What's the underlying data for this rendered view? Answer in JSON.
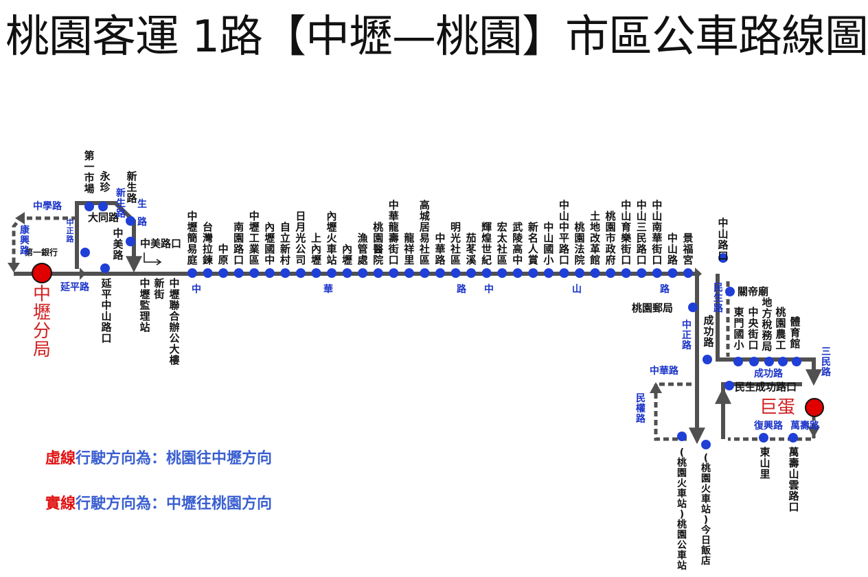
{
  "title": "桃園客運 1路【中壢—桃園】市區公車路線圖",
  "terminals": {
    "west": "中壢分局",
    "east": "巨蛋"
  },
  "colors": {
    "route_line": "#505050",
    "stop": "#1f3fd6",
    "terminal": "#e00000",
    "road_label": "#1a33c8",
    "stop_label": "#111111"
  },
  "main_stops": [
    "中壢簡易庭",
    "台灣拉鍊",
    "中原",
    "南園路口",
    "中壢工業區",
    "內壢國中",
    "自立新村",
    "日月光公司",
    "上內壢",
    "內壢火車站",
    "內壢",
    "漁管處",
    "桃園醫院",
    "中華龍壽街口",
    "龍祥里",
    "高城居易社區",
    "中華路",
    "明光社區",
    "茄苳溪",
    "輝煌世紀",
    "宏太社區",
    "武陵高中",
    "新名人賞",
    "中山國小",
    "中山中平路口",
    "桃園法院",
    "土地改革館",
    "桃園市政府",
    "中山育樂街口",
    "中山三民路口",
    "中山南華街口",
    "中山路",
    "景福宮"
  ],
  "west_stops": {
    "first_market": "第一市場",
    "yongzhen": "永珍",
    "xinsheng_rd": "新生路",
    "dadong_rd": "大同路",
    "zhongmei_rd_1": "中美路",
    "first_bank": "第一銀行",
    "yanping_zhongshan": "延平中山路口",
    "zhongmei_rd_2": "中美路口",
    "xinjie": "新街",
    "jianli": "中壢監理站",
    "office": "中壢聯合辦公大樓"
  },
  "east_stops": {
    "zhongshan_rd_kou": "中山路口",
    "guandimiao": "關帝廟",
    "post_office": "桃園郵局",
    "dongmen": "東門國小",
    "zhongyang": "中央街口",
    "tax": "地方稅務局",
    "nonggong": "桃園農工",
    "gym": "體育館",
    "minsheng_chenggong": "民生成功路口",
    "dongshan": "東山里",
    "wanshou_shanyun": "萬壽山雲路口",
    "station_bus": "(桃園火車站)桃園公車站",
    "station_hotel": "(桃園火車站)今日飯店"
  },
  "road_labels": {
    "zhongxue": "中學路",
    "guangxing": "康興路",
    "zhongzheng_w": "中正路",
    "yanping": "延平路",
    "xinsheng": "新生路",
    "zhonghua_road": "中華路",
    "zhongshan_road": "中山路",
    "minsheng": "民生路",
    "chenggong_v": "成功路",
    "zhongzheng_e": "中正路",
    "chenggong_h": "成功路",
    "sanmin": "三民路",
    "zhonghua_e": "中華路",
    "minquan": "民權路",
    "fuxing": "復興路",
    "wanshou": "萬壽路"
  },
  "legend": {
    "dashed_word": "虛線",
    "dashed_rest": "行駛方向為：桃園往中壢方向",
    "solid_word": "實線",
    "solid_rest": "行駛方向為：中壢往桃園方向"
  }
}
